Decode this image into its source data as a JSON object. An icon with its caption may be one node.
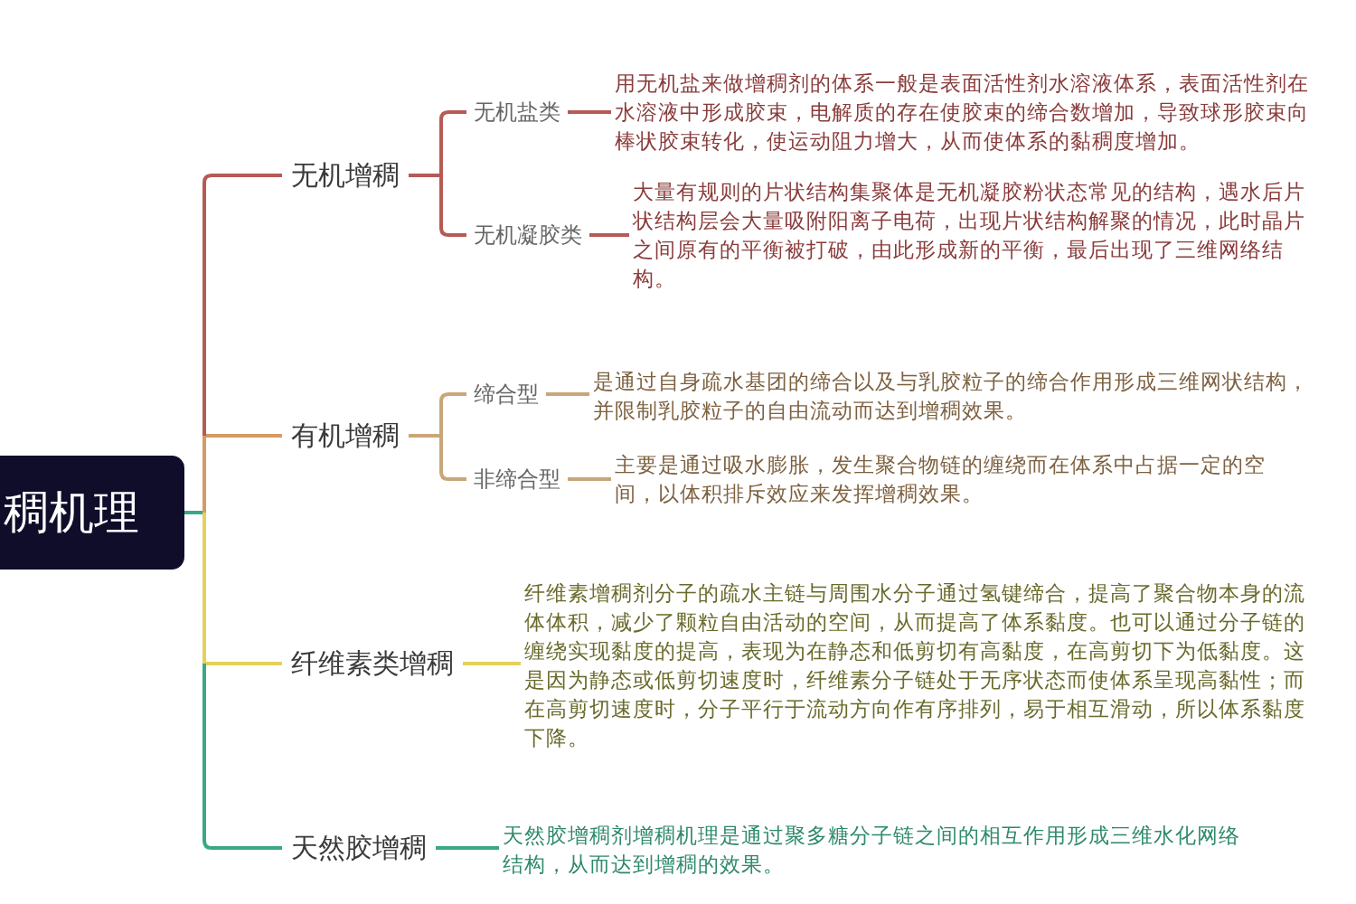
{
  "diagram": {
    "nodes": [
      {
        "text": [
          "稠机理"
        ]
      },
      {
        "text": [
          "无机增稠"
        ]
      },
      {
        "text": [
          "无机盐类"
        ]
      },
      {
        "text": [
          "用无机盐来做增稠剂的体系一般是表面活性剂水溶液体系，表面活性剂在水溶液中形成胶束，电解质的存在使胶束的缔合数增加，导致球形胶束向棒状胶束转化，使运动阻力增大，从而使体系的黏稠度增加。"
        ]
      },
      {
        "text": [
          "无机凝胶类"
        ]
      },
      {
        "text": [
          "大量有规则的片状结构集聚体是无机凝胶粉状态常见的结构，遇水后片状结构层会大量吸附阳离子电荷，出现片状结构解聚的情况，此时晶片之间原有的平衡被打破，由此形成新的平衡，最后出现了三维网络结构。"
        ]
      },
      {
        "text": [
          "有机增稠"
        ]
      },
      {
        "text": [
          "缔合型"
        ]
      },
      {
        "text": [
          "是通过自身疏水基团的缔合以及与乳胶粒子的缔合作用形成三维网状结构，并限制乳胶粒子的自由流动而达到增稠效果。"
        ]
      },
      {
        "text": [
          "非缔合型"
        ]
      },
      {
        "text": [
          "主要是通过吸水膨胀，发生聚合物链的缠绕而在体系中占据一定的空间，以体积排斥效应来发挥增稠效果。"
        ]
      },
      {
        "text": [
          "纤维素类增稠"
        ]
      },
      {
        "text": [
          "纤维素增稠剂分子的疏水主链与周围水分子通过氢键缔合，提高了聚合物本身的流体体积，减少了颗粒自由活动的空间，从而提高了体系黏度。也可以通过分子链的缠绕实现黏度的提高，表现为在静态和低剪切有高黏度，在高剪切下为低黏度。这是因为静态或低剪切速度时，纤维素分子链处于无序状态而使体系呈现高黏性；而在高剪切速度时，分子平行于流动方向作有序排列，易于相互滑动，所以体系黏度下降。"
        ]
      },
      {
        "text": [
          "天然胶增稠"
        ]
      },
      {
        "text": [
          "天然胶增稠剂增稠机理是通过聚多糖分子链之间的相互作用形成三维水化网络结构，从而达到增稠的效果。"
        ]
      }
    ],
    "edges": [
      {
        "from": 0,
        "to": 1,
        "arrow": "none",
        "color": "#b65a55"
      },
      {
        "from": 0,
        "to": 6,
        "arrow": "none",
        "color": "#d69a64"
      },
      {
        "from": 0,
        "to": 11,
        "arrow": "none",
        "color": "#e3d15c"
      },
      {
        "from": 0,
        "to": 13,
        "arrow": "none",
        "color": "#3aa886"
      },
      {
        "from": 1,
        "to": 2,
        "arrow": "none",
        "color": "#b65a55"
      },
      {
        "from": 1,
        "to": 4,
        "arrow": "none",
        "color": "#b65a55"
      },
      {
        "from": 2,
        "to": 3,
        "arrow": "none",
        "color": "#b65a55"
      },
      {
        "from": 4,
        "to": 5,
        "arrow": "none",
        "color": "#b65a55"
      },
      {
        "from": 6,
        "to": 7,
        "arrow": "none",
        "color": "#c9a679"
      },
      {
        "from": 6,
        "to": 9,
        "arrow": "none",
        "color": "#c9a679"
      },
      {
        "from": 7,
        "to": 8,
        "arrow": "none",
        "color": "#c9a679"
      },
      {
        "from": 9,
        "to": 10,
        "arrow": "none",
        "color": "#c9a679"
      },
      {
        "from": 11,
        "to": 12,
        "arrow": "none",
        "color": "#e3d15c"
      },
      {
        "from": 13,
        "to": 14,
        "arrow": "none",
        "color": "#3aa886"
      }
    ]
  }
}
